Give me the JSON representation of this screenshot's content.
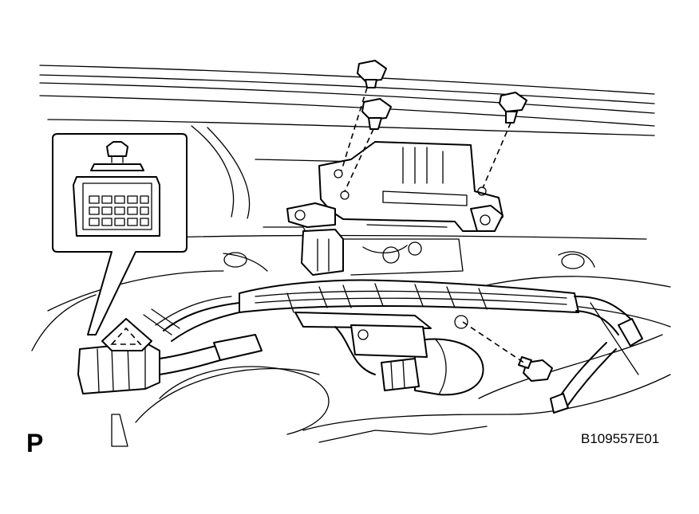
{
  "figure": {
    "view_letter": "P",
    "figure_id": "B109557E01"
  },
  "icons": [
    "bolt-icon",
    "connector-detail-callout",
    "clip-icon",
    "wire-harness",
    "motor-assembly"
  ],
  "colors": {
    "line": "#000000",
    "background": "#ffffff"
  }
}
